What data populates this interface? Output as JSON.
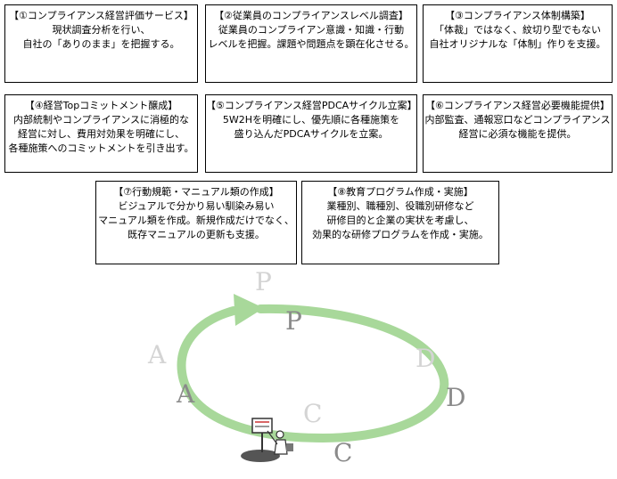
{
  "boxes": [
    {
      "title": "【①コンプライアンス経営評価サービス】",
      "lines": [
        "現状調査分析を行い、",
        "自社の「ありのまま」を把握する。"
      ]
    },
    {
      "title": "【②従業員のコンプライアンスレベル調査】",
      "lines": [
        "従業員のコンプライアン意識・知識・行動",
        "レベルを把握。課題や問題点を顕在化させる。"
      ]
    },
    {
      "title": "【③コンプライアンス体制構築】",
      "lines": [
        "「体裁」ではなく、紋切り型でもない",
        "自社オリジナルな「体制」作りを支援。"
      ]
    },
    {
      "title": "【④経営Topコミットメント醸成】",
      "lines": [
        "内部統制やコンプライアンスに消極的な",
        "経営に対し、費用対効果を明確にし、",
        "各種施策へのコミットメントを引き出す。"
      ]
    },
    {
      "title": "【⑤コンプライアンス経営PDCAサイクル立案】",
      "lines": [
        "5W2Hを明確にし、優先順に各種施策を",
        "盛り込んだPDCAサイクルを立案。"
      ]
    },
    {
      "title": "【⑥コンプライアンス経営必要機能提供】",
      "lines": [
        "内部監査、通報窓口などコンプライアンス",
        "経営に必須な機能を提供。"
      ]
    },
    {
      "title": "【⑦行動規範・マニュアル類の作成】",
      "lines": [
        "ビジュアルで分かり易い馴染み易い",
        "マニュアル類を作成。新規作成だけでなく、",
        "既存マニュアルの更新も支援。"
      ]
    },
    {
      "title": "【⑧教育プログラム作成・実施】",
      "lines": [
        "業種別、職種別、役職別研修など",
        "研修目的と企業の実状を考慮し、",
        "効果的な研修プログラムを作成・実施。"
      ]
    }
  ],
  "cycle": {
    "letters": {
      "p": "P",
      "d": "D",
      "c": "C",
      "a": "A"
    },
    "color_ring": "#a8d89a",
    "color_letter_main": "#8a8a8a",
    "color_letter_shadow": "#d4d4d4"
  }
}
